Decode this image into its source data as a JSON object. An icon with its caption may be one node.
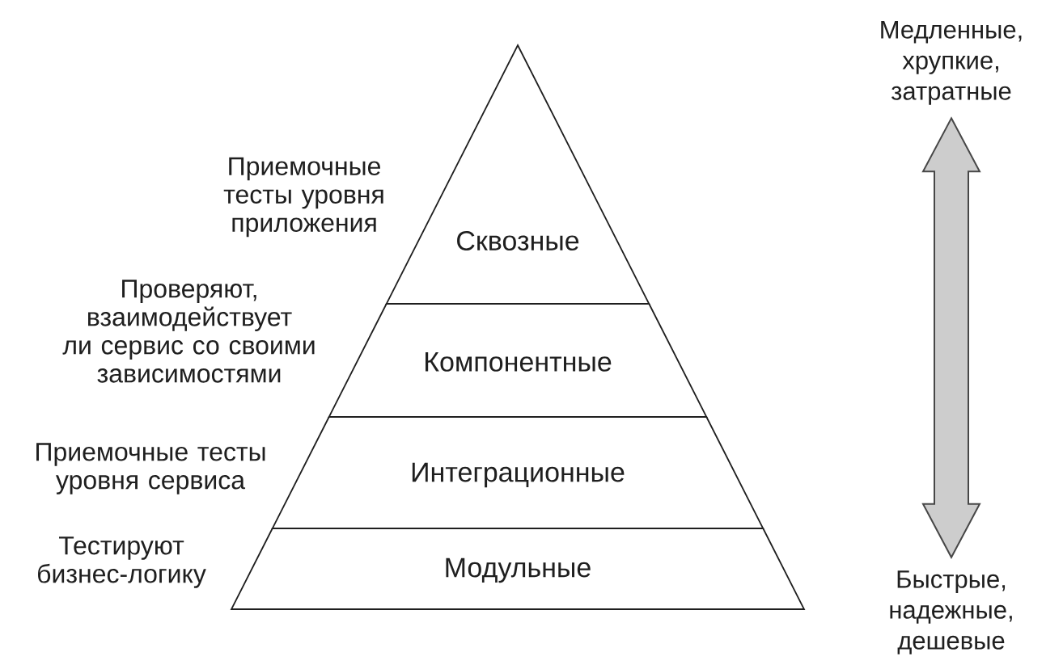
{
  "diagram": {
    "nodes": [
      {
        "text": [
          "Сквозные"
        ],
        "beside": [
          "Приемочные тесты уровня приложения"
        ]
      },
      {
        "text": [
          "Компонентные"
        ],
        "beside": [
          "Проверяют, взаимодействует ли сервис со своими зависимостями"
        ]
      },
      {
        "text": [
          "Интеграционные"
        ],
        "beside": [
          "Приемочные тесты уровня сервиса"
        ]
      },
      {
        "text": [
          "Модульные"
        ],
        "beside": [
          "Тестируют бизнес-логику"
        ]
      },
      {
        "text": [
          "Медленные, хрупкие, затратные"
        ]
      },
      {
        "text": [
          "Быстрые, надежные, дешевые"
        ]
      }
    ],
    "edges": [
      {
        "from": 4,
        "to": 5,
        "arrow": "both"
      }
    ]
  }
}
